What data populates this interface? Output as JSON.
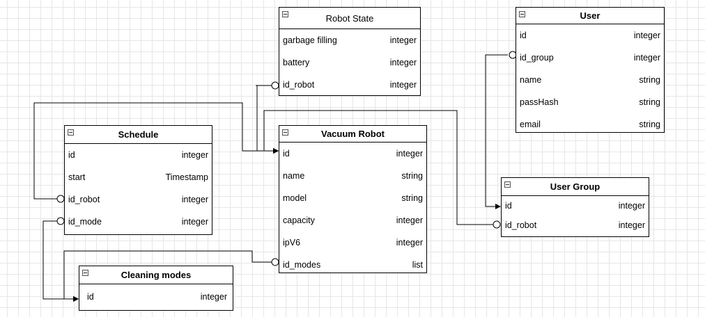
{
  "entities": {
    "robot_state": {
      "title": "Robot State",
      "fields": [
        {
          "name": "garbage filling",
          "type": "integer"
        },
        {
          "name": "battery",
          "type": "integer"
        },
        {
          "name": "id_robot",
          "type": "integer"
        }
      ]
    },
    "user": {
      "title": "User",
      "fields": [
        {
          "name": "id",
          "type": "integer"
        },
        {
          "name": "id_group",
          "type": "integer"
        },
        {
          "name": "name",
          "type": "string"
        },
        {
          "name": "passHash",
          "type": "string"
        },
        {
          "name": "email",
          "type": "string"
        }
      ]
    },
    "schedule": {
      "title": "Schedule",
      "fields": [
        {
          "name": "id",
          "type": "integer"
        },
        {
          "name": "start",
          "type": "Timestamp"
        },
        {
          "name": "id_robot",
          "type": "integer"
        },
        {
          "name": "id_mode",
          "type": "integer"
        }
      ]
    },
    "vacuum_robot": {
      "title": "Vacuum Robot",
      "fields": [
        {
          "name": "id",
          "type": "integer"
        },
        {
          "name": "name",
          "type": "string"
        },
        {
          "name": "model",
          "type": "string"
        },
        {
          "name": "capacity",
          "type": "integer"
        },
        {
          "name": "ipV6",
          "type": "integer"
        },
        {
          "name": "id_modes",
          "type": "list"
        }
      ]
    },
    "user_group": {
      "title": "User Group",
      "fields": [
        {
          "name": "id",
          "type": "integer"
        },
        {
          "name": "id_robot",
          "type": "integer"
        }
      ]
    },
    "cleaning_modes": {
      "title": "Cleaning modes",
      "fields": [
        {
          "name": "id",
          "type": "integer"
        }
      ]
    }
  }
}
